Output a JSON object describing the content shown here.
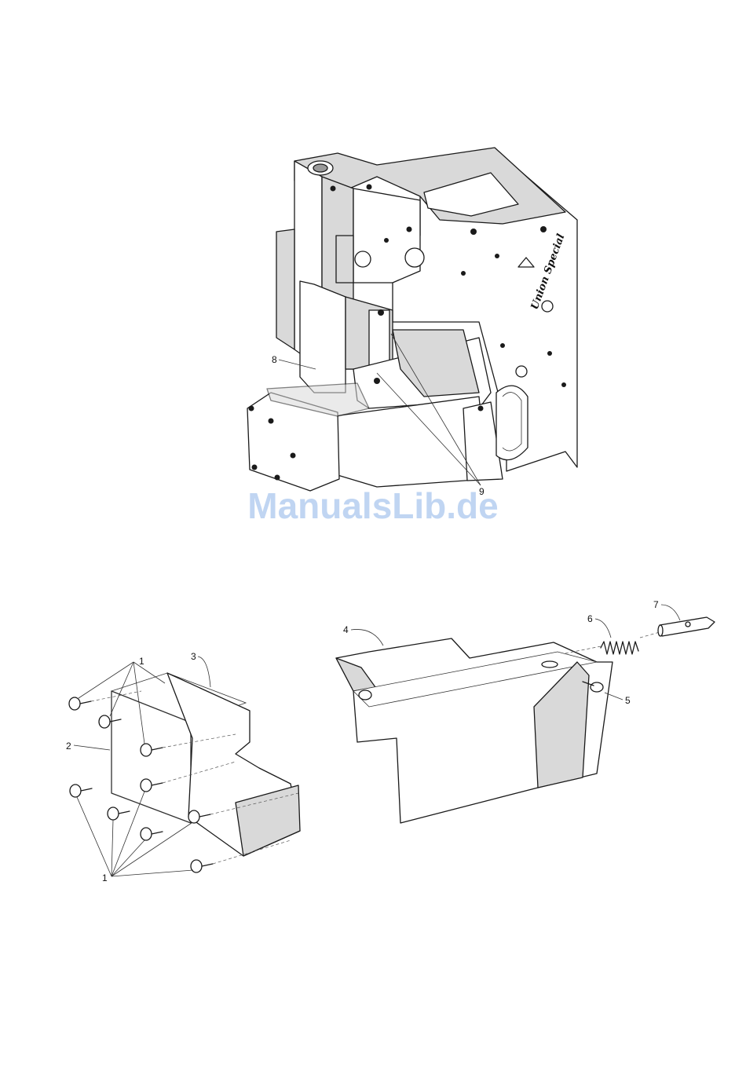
{
  "watermark": "ManualsLib.de",
  "brand_logo": "Union Special",
  "callouts": {
    "c1_top": "1",
    "c1_bottom": "1",
    "c2": "2",
    "c3": "3",
    "c4": "4",
    "c5": "5",
    "c6": "6",
    "c7": "7",
    "c8": "8",
    "c9": "9"
  },
  "colors": {
    "line": "#1a1a1a",
    "watermark": "#8db4e8"
  }
}
